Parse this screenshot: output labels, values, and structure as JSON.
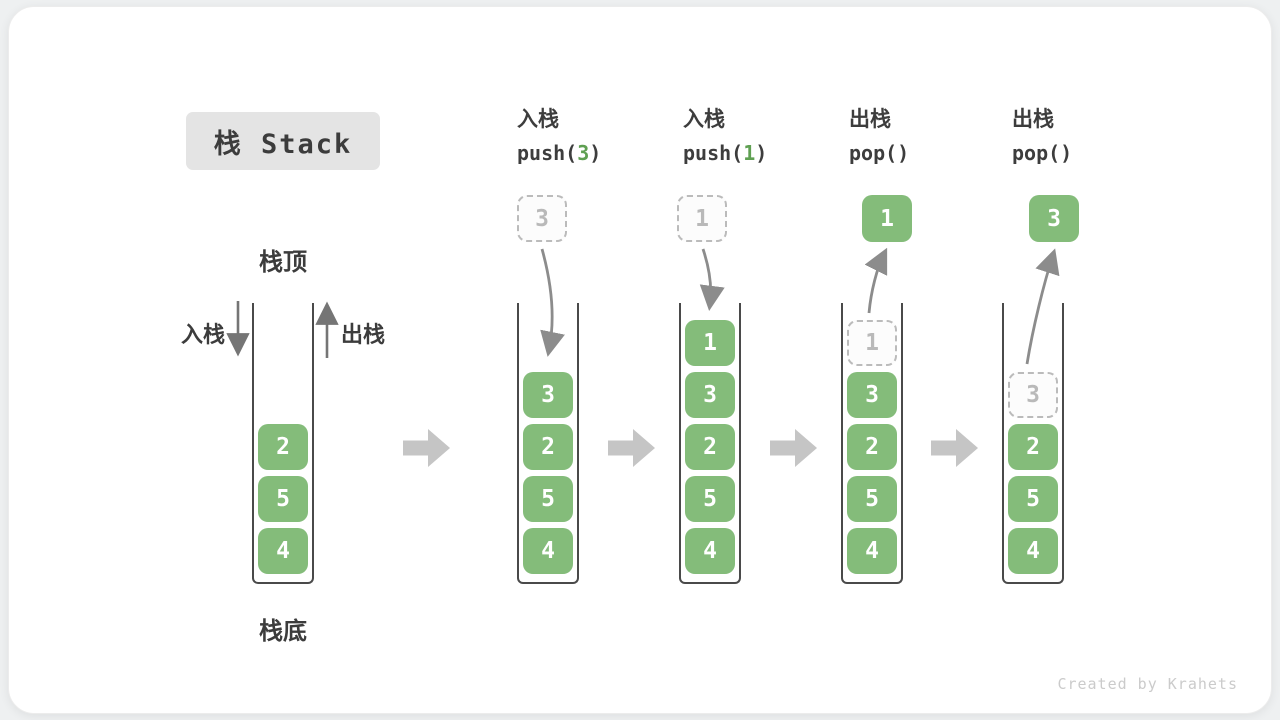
{
  "title": "栈 Stack",
  "diagram_labels": {
    "stack_top": "栈顶",
    "stack_bottom": "栈底",
    "push": "入栈",
    "pop": "出栈"
  },
  "operations": [
    {
      "label_cn": "入栈",
      "fn": "push(",
      "arg": "3",
      "close": ")"
    },
    {
      "label_cn": "入栈",
      "fn": "push(",
      "arg": "1",
      "close": ")"
    },
    {
      "label_cn": "出栈",
      "fn": "pop(",
      "arg": "",
      "close": ")"
    },
    {
      "label_cn": "出栈",
      "fn": "pop(",
      "arg": "",
      "close": ")"
    }
  ],
  "floating_cells": [
    {
      "value": "3",
      "kind": "ghost",
      "meaning": "element being pushed"
    },
    {
      "value": "1",
      "kind": "ghost",
      "meaning": "element being pushed"
    },
    {
      "value": "1",
      "kind": "solid",
      "meaning": "element popped out"
    },
    {
      "value": "3",
      "kind": "solid",
      "meaning": "element popped out"
    }
  ],
  "stacks": [
    {
      "cells": [
        {
          "value": "2"
        },
        {
          "value": "5"
        },
        {
          "value": "4"
        }
      ]
    },
    {
      "cells": [
        {
          "value": "3"
        },
        {
          "value": "2"
        },
        {
          "value": "5"
        },
        {
          "value": "4"
        }
      ]
    },
    {
      "cells": [
        {
          "value": "1"
        },
        {
          "value": "3"
        },
        {
          "value": "2"
        },
        {
          "value": "5"
        },
        {
          "value": "4"
        }
      ]
    },
    {
      "cells": [
        {
          "value": "1",
          "ghost": true
        },
        {
          "value": "3"
        },
        {
          "value": "2"
        },
        {
          "value": "5"
        },
        {
          "value": "4"
        }
      ]
    },
    {
      "cells": [
        {
          "value": "3",
          "ghost": true
        },
        {
          "value": "2"
        },
        {
          "value": "5"
        },
        {
          "value": "4"
        }
      ]
    }
  ],
  "watermark": "Created by Krahets",
  "colors": {
    "cell_green": "#84bc7a",
    "code_arg_green": "#5fa052",
    "title_bg": "#e4e4e4",
    "text_dark": "#3c3c3c",
    "ghost_gray": "#bbbbbb",
    "curved_arrow_gray": "#8c8c8c",
    "straight_arrow_gray": "#757575",
    "block_arrow_gray": "#c5c5c5"
  }
}
